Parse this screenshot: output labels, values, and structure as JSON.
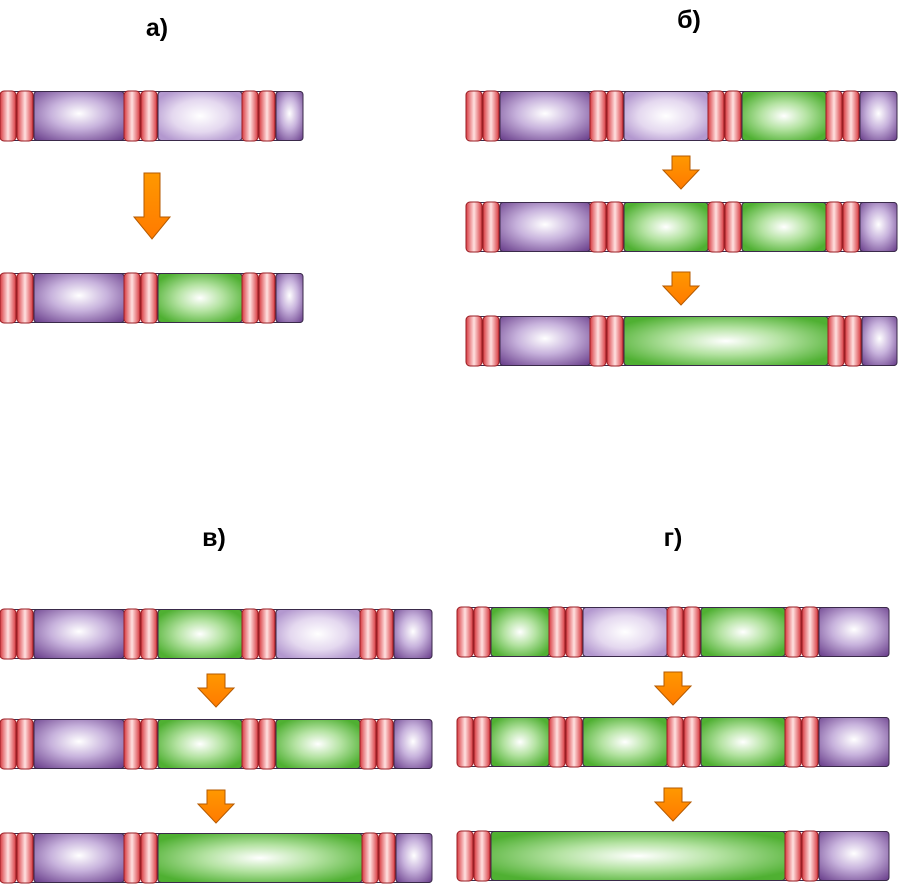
{
  "colors": {
    "purple": "#8a5da8",
    "lavender": "#d7c6e6",
    "green": "#66c24a",
    "red": "#e0484e",
    "arrow": "#ff8a00"
  },
  "panels": [
    {
      "label": "а)",
      "rows": [
        [
          "purple",
          "lavender",
          "purple"
        ],
        [
          "purple",
          "green",
          "purple"
        ]
      ]
    },
    {
      "label": "б)",
      "rows": [
        [
          "purple",
          "lavender",
          "green",
          "purple"
        ],
        [
          "purple",
          "green",
          "green",
          "purple"
        ],
        [
          "purple",
          "green",
          "purple"
        ]
      ]
    },
    {
      "label": "в)",
      "rows": [
        [
          "purple",
          "green",
          "lavender",
          "purple"
        ],
        [
          "purple",
          "green",
          "green",
          "purple"
        ],
        [
          "purple",
          "green",
          "purple"
        ]
      ]
    },
    {
      "label": "г)",
      "rows": [
        [
          "green",
          "lavender",
          "green",
          "purple"
        ],
        [
          "green",
          "green",
          "green",
          "purple"
        ],
        [
          "green",
          "purple"
        ]
      ]
    }
  ]
}
